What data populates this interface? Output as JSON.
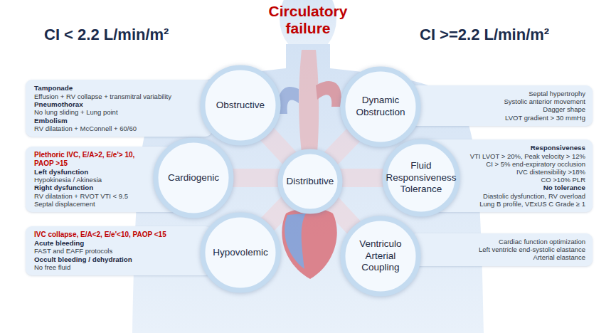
{
  "diagram": {
    "title": "Circulatory failure",
    "nodes": [
      {
        "text": [
          "Tamponade",
          "Effusion + RV collapse + transmitral variability",
          "Pneumothorax",
          "No lung sliding + Lung point",
          "Embolism",
          "RV dilatation + McConnell + 60/60"
        ]
      },
      {
        "text": [
          "Obstructive"
        ]
      },
      {
        "text": [
          "Dynamic Obstruction"
        ]
      },
      {
        "text": [
          "Septal hypertrophy",
          "Systolic anterior movement",
          "Dagger shape",
          "LVOT gradient > 30 mmHg"
        ]
      },
      {
        "text": [
          "Plethoric IVC, E/A>2, E/e'> 10, PAOP >15",
          "Left dysfunction",
          "Hypokinesia / Akinesia",
          "Right dysfunction",
          "RV dilatation + RVOT VTI < 9.5",
          "Septal displacement"
        ]
      },
      {
        "text": [
          "Cardiogenic"
        ]
      },
      {
        "text": [
          "Distributive"
        ]
      },
      {
        "text": [
          "Fluid Responsiveness Tolerance"
        ]
      },
      {
        "text": [
          "Responsiveness",
          "VTI LVOT > 20%, Peak velocity > 12%",
          "CI > 5% end-expiratory occlusion",
          "IVC distensibility >18%",
          "CO >10% PLR",
          "No tolerance",
          "Diastolic dysfunction, RV overload",
          "Lung B profile, VExUS C Grade ≥ 1"
        ]
      },
      {
        "text": [
          "IVC collapse, E/A<2, E/e'<10, PAOP <15",
          "Acute bleeding",
          "FAST and EAFF protocols",
          "Occult bleeding / dehydration",
          "No free fluid"
        ]
      },
      {
        "text": [
          "Hypovolemic"
        ]
      },
      {
        "text": [
          "Ventriculo Arterial Coupling"
        ]
      },
      {
        "text": [
          "Cardiac function optimization",
          "Left ventricle end-systolic elastance",
          "Arterial elastance"
        ]
      }
    ],
    "labels": [
      "CI < 2.2 L/min/m²",
      "CI >=2.2 L/min/m²"
    ]
  }
}
